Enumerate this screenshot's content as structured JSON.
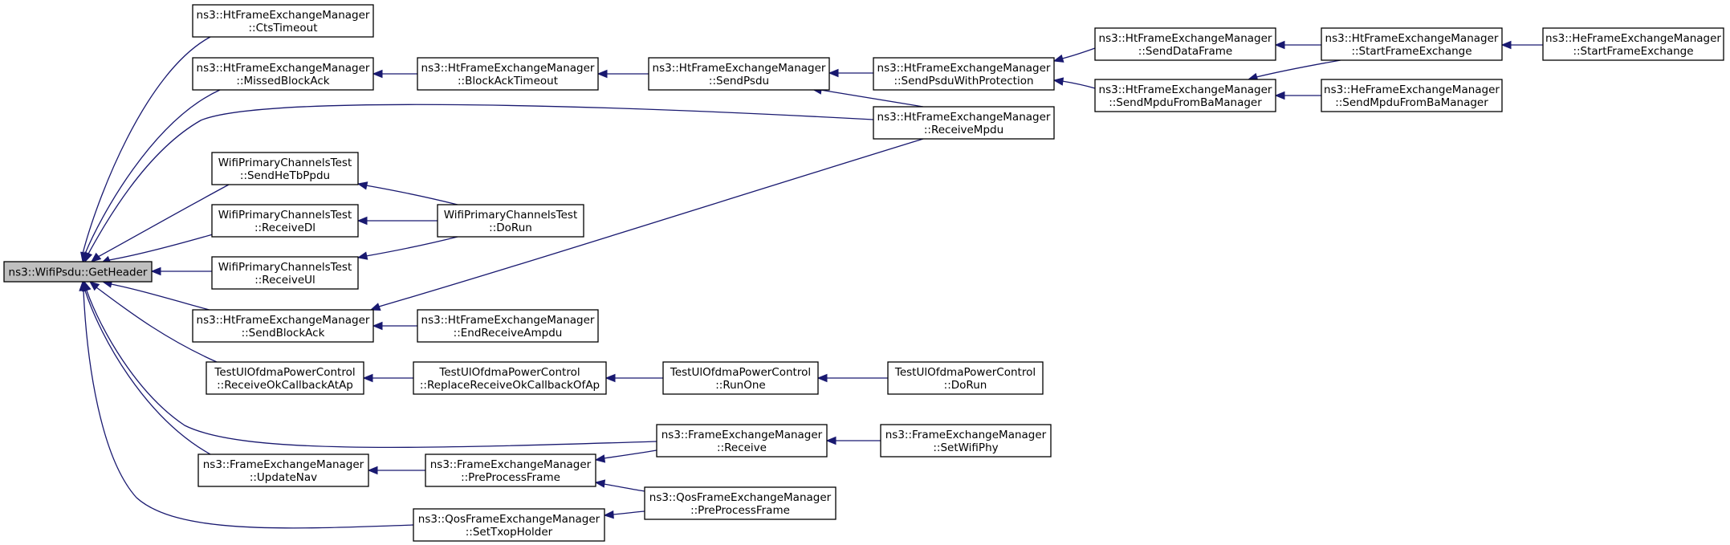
{
  "graph": {
    "type": "call-graph",
    "edge_color": "#191970",
    "root_fill": "#bfbfbf",
    "nodes": [
      {
        "id": "getheader",
        "lines": [
          "ns3::WifiPsdu::GetHeader"
        ],
        "root": true
      },
      {
        "id": "htctstimeout",
        "lines": [
          "ns3::HtFrameExchangeManager",
          "::CtsTimeout"
        ]
      },
      {
        "id": "htmissedblockack",
        "lines": [
          "ns3::HtFrameExchangeManager",
          "::MissedBlockAck"
        ]
      },
      {
        "id": "htblockacktimeout",
        "lines": [
          "ns3::HtFrameExchangeManager",
          "::BlockAckTimeout"
        ]
      },
      {
        "id": "htsendpsdu",
        "lines": [
          "ns3::HtFrameExchangeManager",
          "::SendPsdu"
        ]
      },
      {
        "id": "htsendpsduwithprot",
        "lines": [
          "ns3::HtFrameExchangeManager",
          "::SendPsduWithProtection"
        ]
      },
      {
        "id": "htsenddataframe",
        "lines": [
          "ns3::HtFrameExchangeManager",
          "::SendDataFrame"
        ]
      },
      {
        "id": "htstartframeexchange",
        "lines": [
          "ns3::HtFrameExchangeManager",
          "::StartFrameExchange"
        ]
      },
      {
        "id": "hestartframeexchange",
        "lines": [
          "ns3::HeFrameExchangeManager",
          "::StartFrameExchange"
        ]
      },
      {
        "id": "htsendmpdufromba",
        "lines": [
          "ns3::HtFrameExchangeManager",
          "::SendMpduFromBaManager"
        ]
      },
      {
        "id": "hesendmpdufromba",
        "lines": [
          "ns3::HeFrameExchangeManager",
          "::SendMpduFromBaManager"
        ]
      },
      {
        "id": "htreceivempdu",
        "lines": [
          "ns3::HtFrameExchangeManager",
          "::ReceiveMpdu"
        ]
      },
      {
        "id": "wpcsendhetbppdu",
        "lines": [
          "WifiPrimaryChannelsTest",
          "::SendHeTbPpdu"
        ]
      },
      {
        "id": "wpcreceivedl",
        "lines": [
          "WifiPrimaryChannelsTest",
          "::ReceiveDl"
        ]
      },
      {
        "id": "wpcreceiveul",
        "lines": [
          "WifiPrimaryChannelsTest",
          "::ReceiveUl"
        ]
      },
      {
        "id": "wpcdorun",
        "lines": [
          "WifiPrimaryChannelsTest",
          "::DoRun"
        ]
      },
      {
        "id": "htsendblockack",
        "lines": [
          "ns3::HtFrameExchangeManager",
          "::SendBlockAck"
        ]
      },
      {
        "id": "htendreceiveampdu",
        "lines": [
          "ns3::HtFrameExchangeManager",
          "::EndReceiveAmpdu"
        ]
      },
      {
        "id": "tupcreceiveok",
        "lines": [
          "TestUlOfdmaPowerControl",
          "::ReceiveOkCallbackAtAp"
        ]
      },
      {
        "id": "tupcreplace",
        "lines": [
          "TestUlOfdmaPowerControl",
          "::ReplaceReceiveOkCallbackOfAp"
        ]
      },
      {
        "id": "tupcrunone",
        "lines": [
          "TestUlOfdmaPowerControl",
          "::RunOne"
        ]
      },
      {
        "id": "tupcdorun",
        "lines": [
          "TestUlOfdmaPowerControl",
          "::DoRun"
        ]
      },
      {
        "id": "fereceive",
        "lines": [
          "ns3::FrameExchangeManager",
          "::Receive"
        ]
      },
      {
        "id": "fesetwifiphy",
        "lines": [
          "ns3::FrameExchangeManager",
          "::SetWifiPhy"
        ]
      },
      {
        "id": "feupdatenav",
        "lines": [
          "ns3::FrameExchangeManager",
          "::UpdateNav"
        ]
      },
      {
        "id": "fepreprocess",
        "lines": [
          "ns3::FrameExchangeManager",
          "::PreProcessFrame"
        ]
      },
      {
        "id": "qospreprocess",
        "lines": [
          "ns3::QosFrameExchangeManager",
          "::PreProcessFrame"
        ]
      },
      {
        "id": "qossettxop",
        "lines": [
          "ns3::QosFrameExchangeManager",
          "::SetTxopHolder"
        ]
      }
    ],
    "edges": [
      {
        "from": "htctstimeout",
        "to": "getheader"
      },
      {
        "from": "htmissedblockack",
        "to": "getheader"
      },
      {
        "from": "htreceivempdu",
        "to": "getheader"
      },
      {
        "from": "wpcsendhetbppdu",
        "to": "getheader"
      },
      {
        "from": "wpcreceivedl",
        "to": "getheader"
      },
      {
        "from": "wpcreceiveul",
        "to": "getheader"
      },
      {
        "from": "htsendblockack",
        "to": "getheader"
      },
      {
        "from": "tupcreceiveok",
        "to": "getheader"
      },
      {
        "from": "fereceive",
        "to": "getheader"
      },
      {
        "from": "feupdatenav",
        "to": "getheader"
      },
      {
        "from": "qossettxop",
        "to": "getheader"
      },
      {
        "from": "htblockacktimeout",
        "to": "htmissedblockack"
      },
      {
        "from": "htsendpsdu",
        "to": "htblockacktimeout"
      },
      {
        "from": "htsendpsduwithprot",
        "to": "htsendpsdu"
      },
      {
        "from": "htreceivempdu",
        "to": "htsendpsdu"
      },
      {
        "from": "htsenddataframe",
        "to": "htsendpsduwithprot"
      },
      {
        "from": "htsendmpdufromba",
        "to": "htsendpsduwithprot"
      },
      {
        "from": "htstartframeexchange",
        "to": "htsenddataframe"
      },
      {
        "from": "htstartframeexchange",
        "to": "htsendmpdufromba"
      },
      {
        "from": "hestartframeexchange",
        "to": "htstartframeexchange"
      },
      {
        "from": "hesendmpdufromba",
        "to": "htsendmpdufromba"
      },
      {
        "from": "wpcdorun",
        "to": "wpcsendhetbppdu"
      },
      {
        "from": "wpcdorun",
        "to": "wpcreceivedl"
      },
      {
        "from": "wpcdorun",
        "to": "wpcreceiveul"
      },
      {
        "from": "htreceivempdu",
        "to": "htsendblockack"
      },
      {
        "from": "htendreceiveampdu",
        "to": "htsendblockack"
      },
      {
        "from": "tupcreplace",
        "to": "tupcreceiveok"
      },
      {
        "from": "tupcrunone",
        "to": "tupcreplace"
      },
      {
        "from": "tupcdorun",
        "to": "tupcrunone"
      },
      {
        "from": "fesetwifiphy",
        "to": "fereceive"
      },
      {
        "from": "fepreprocess",
        "to": "feupdatenav"
      },
      {
        "from": "fereceive",
        "to": "fepreprocess"
      },
      {
        "from": "qospreprocess",
        "to": "fepreprocess"
      },
      {
        "from": "qospreprocess",
        "to": "qossettxop"
      }
    ]
  }
}
